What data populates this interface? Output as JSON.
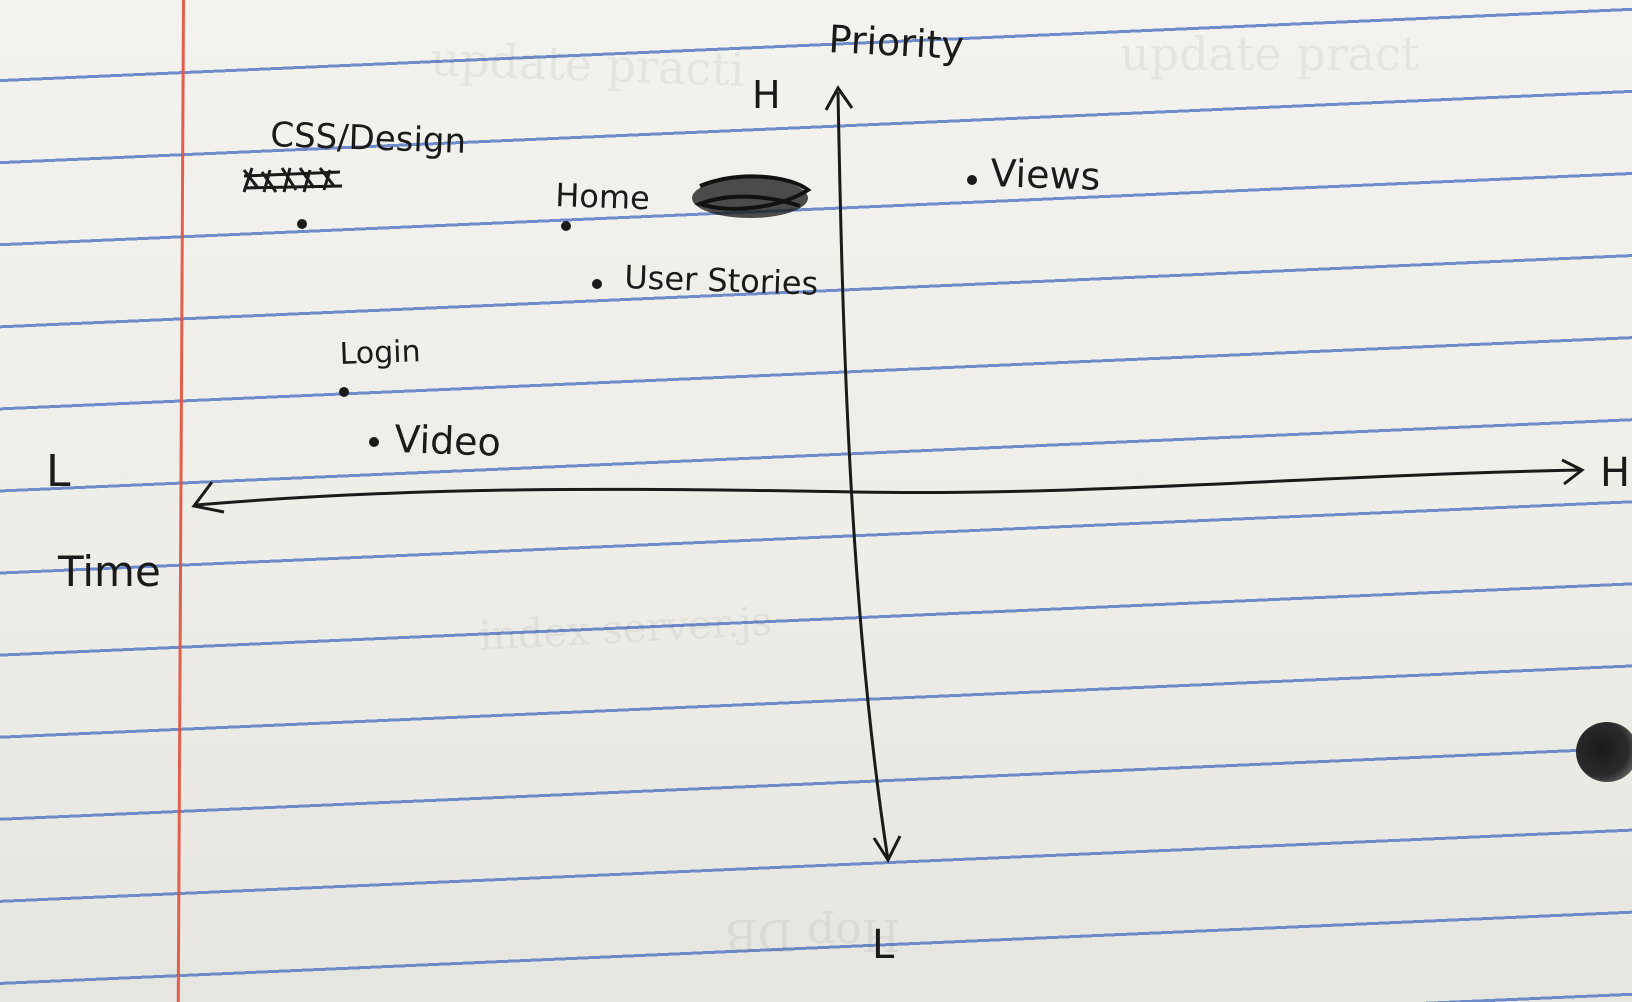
{
  "axes": {
    "y_axis_title": "Priority",
    "y_high": "H",
    "y_low": "L",
    "x_axis_title": "Time",
    "x_low": "L",
    "x_high": "H"
  },
  "scribble_note": "scribbled-out word",
  "items": [
    {
      "label": "CSS/Design",
      "quadrant": "high priority, low time"
    },
    {
      "label": "Home",
      "quadrant": "high priority, low time"
    },
    {
      "label": "User Stories",
      "quadrant": "high priority, low time"
    },
    {
      "label": "Login",
      "quadrant": "high priority, low time"
    },
    {
      "label": "Video",
      "quadrant": "high priority, low time"
    },
    {
      "label": "Views",
      "quadrant": "high priority, high time"
    }
  ]
}
